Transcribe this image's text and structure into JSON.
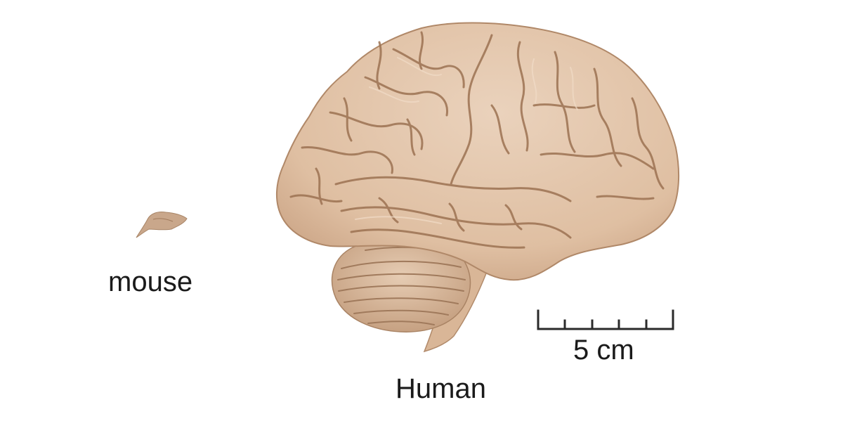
{
  "labels": {
    "mouse": "mouse",
    "human": "Human"
  },
  "scale_bar": {
    "label": "5 cm",
    "length_cm": 5,
    "tick_count": 6
  },
  "colors": {
    "background": "#ffffff",
    "brain_fill": "#e3c6ac",
    "brain_shadow": "#b8906f",
    "gyri_lines": "#9c7252",
    "mouse_brain_fill": "#c9a78b",
    "text": "#1a1a1a",
    "scale_bar": "#2a2a2a"
  },
  "icons": {
    "human_brain": "human-brain-illustration",
    "mouse_brain": "mouse-brain-illustration"
  }
}
